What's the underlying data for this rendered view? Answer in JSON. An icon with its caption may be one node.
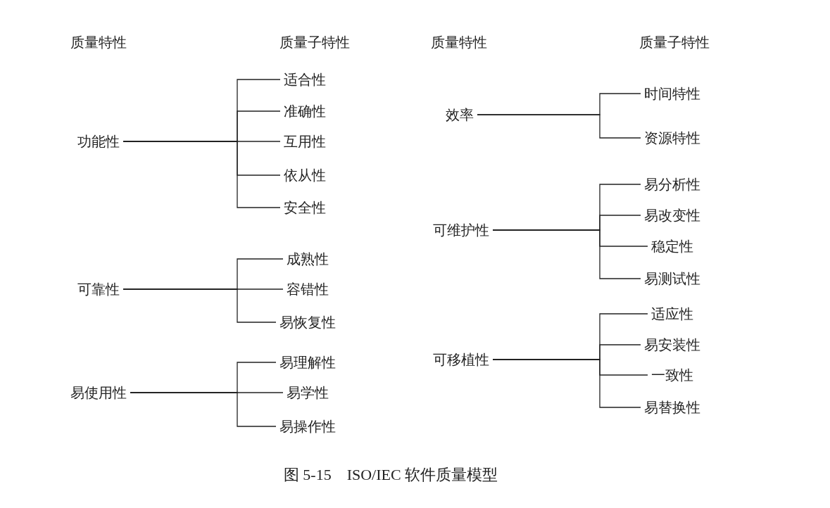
{
  "diagram": {
    "caption": "图 5-15　ISO/IEC 软件质量模型",
    "nodes": [
      {
        "text": [
          "功能性"
        ]
      },
      {
        "text": [
          "适合性"
        ]
      },
      {
        "text": [
          "准确性"
        ]
      },
      {
        "text": [
          "互用性"
        ]
      },
      {
        "text": [
          "依从性"
        ]
      },
      {
        "text": [
          "安全性"
        ]
      },
      {
        "text": [
          "可靠性"
        ]
      },
      {
        "text": [
          "成熟性"
        ]
      },
      {
        "text": [
          "容错性"
        ]
      },
      {
        "text": [
          "易恢复性"
        ]
      },
      {
        "text": [
          "易使用性"
        ]
      },
      {
        "text": [
          "易理解性"
        ]
      },
      {
        "text": [
          "易学性"
        ]
      },
      {
        "text": [
          "易操作性"
        ]
      },
      {
        "text": [
          "效率"
        ]
      },
      {
        "text": [
          "时间特性"
        ]
      },
      {
        "text": [
          "资源特性"
        ]
      },
      {
        "text": [
          "可维护性"
        ]
      },
      {
        "text": [
          "易分析性"
        ]
      },
      {
        "text": [
          "易改变性"
        ]
      },
      {
        "text": [
          "稳定性"
        ]
      },
      {
        "text": [
          "易测试性"
        ]
      },
      {
        "text": [
          "可移植性"
        ]
      },
      {
        "text": [
          "适应性"
        ]
      },
      {
        "text": [
          "易安装性"
        ]
      },
      {
        "text": [
          "一致性"
        ]
      },
      {
        "text": [
          "易替换性"
        ]
      }
    ],
    "edges": [
      {
        "from": 0,
        "to": 1,
        "arrow": "none"
      },
      {
        "from": 0,
        "to": 2,
        "arrow": "none"
      },
      {
        "from": 0,
        "to": 3,
        "arrow": "none"
      },
      {
        "from": 0,
        "to": 4,
        "arrow": "none"
      },
      {
        "from": 0,
        "to": 5,
        "arrow": "none"
      },
      {
        "from": 6,
        "to": 7,
        "arrow": "none"
      },
      {
        "from": 6,
        "to": 8,
        "arrow": "none"
      },
      {
        "from": 6,
        "to": 9,
        "arrow": "none"
      },
      {
        "from": 10,
        "to": 11,
        "arrow": "none"
      },
      {
        "from": 10,
        "to": 12,
        "arrow": "none"
      },
      {
        "from": 10,
        "to": 13,
        "arrow": "none"
      },
      {
        "from": 14,
        "to": 15,
        "arrow": "none"
      },
      {
        "from": 14,
        "to": 16,
        "arrow": "none"
      },
      {
        "from": 17,
        "to": 18,
        "arrow": "none"
      },
      {
        "from": 17,
        "to": 19,
        "arrow": "none"
      },
      {
        "from": 17,
        "to": 20,
        "arrow": "none"
      },
      {
        "from": 17,
        "to": 21,
        "arrow": "none"
      },
      {
        "from": 22,
        "to": 23,
        "arrow": "none"
      },
      {
        "from": 22,
        "to": 24,
        "arrow": "none"
      },
      {
        "from": 22,
        "to": 25,
        "arrow": "none"
      },
      {
        "from": 22,
        "to": 26,
        "arrow": "none"
      }
    ],
    "labels": [
      "质量特性",
      "质量子特性",
      "质量特性",
      "质量子特性"
    ]
  }
}
